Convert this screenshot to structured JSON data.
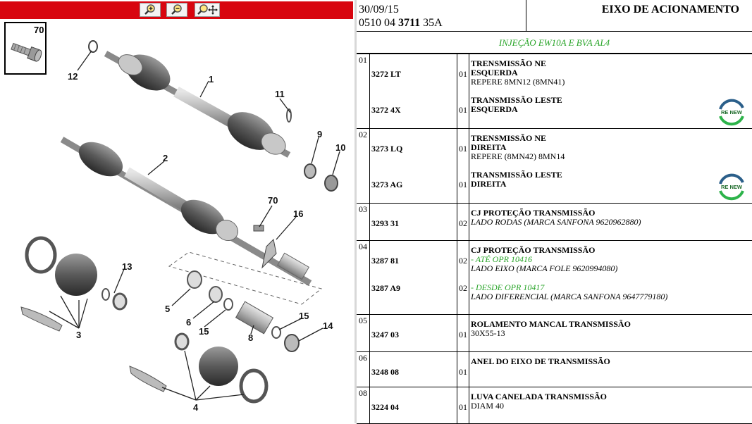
{
  "toolbar": {
    "zoom_in_icon": "zoom-in-icon",
    "zoom_out_icon": "zoom-out-icon",
    "pan_icon": "pan-icon",
    "color": "#d8050f"
  },
  "thumbnail": {
    "label": "70"
  },
  "diagram_callouts": [
    "1",
    "2",
    "3",
    "4",
    "5",
    "6",
    "8",
    "9",
    "10",
    "11",
    "12",
    "13",
    "14",
    "15",
    "15",
    "16",
    "70"
  ],
  "header": {
    "date": "30/09/15",
    "code_prefix": "0510 04 ",
    "code_bold": "3711",
    "code_suffix": " 35A",
    "title": "EIXO DE ACIONAMENTO",
    "subtitle": "INJEÇÃO EW10A E BVA AL4"
  },
  "rows": [
    {
      "index": "01",
      "entries": [
        {
          "pn": "3272 LT",
          "qty": "01",
          "name": [
            "TRENSMISSÃO NE",
            "ESQUERDA"
          ],
          "notes": [
            {
              "text": "REPERE 8MN12 (8MN41)",
              "style": "normal"
            }
          ]
        },
        {
          "pn": "3272 4X",
          "qty": "01",
          "name": [
            "TRANSMISSÃO LESTE",
            "ESQUERDA"
          ],
          "notes": [],
          "badge": "RE NEW"
        }
      ]
    },
    {
      "index": "02",
      "entries": [
        {
          "pn": "3273 LQ",
          "qty": "01",
          "name": [
            "TRENSMISSÃO NE",
            "DIREITA"
          ],
          "notes": [
            {
              "text": "REPERE (8MN42) 8MN14",
              "style": "normal"
            }
          ]
        },
        {
          "pn": "3273 AG",
          "qty": "01",
          "name": [
            "TRANSMISSÃO LESTE",
            "DIREITA"
          ],
          "notes": [],
          "badge": "RE NEW"
        }
      ]
    },
    {
      "index": "03",
      "entries": [
        {
          "pn": "3293 31",
          "qty": "02",
          "name": [
            "CJ PROTEÇÃO TRANSMISSÃO"
          ],
          "notes": [
            {
              "text": "LADO RODAS (MARCA SANFONA 9620962880)",
              "style": "italic"
            }
          ]
        }
      ]
    },
    {
      "index": "04",
      "entries": [
        {
          "pn": "3287 81",
          "qty": "02",
          "name": [
            "CJ PROTEÇÃO TRANSMISSÃO"
          ],
          "notes": [
            {
              "text": "- ATÉ OPR 10416",
              "style": "green"
            },
            {
              "text": "LADO EIXO (MARCA FOLE 9620994080)",
              "style": "italic"
            }
          ]
        },
        {
          "pn": "3287 A9",
          "qty": "02",
          "name": [],
          "notes": [
            {
              "text": "- DESDE OPR 10417",
              "style": "green"
            },
            {
              "text": "LADO DIFERENCIAL (MARCA SANFONA 9647779180)",
              "style": "italic"
            }
          ]
        }
      ]
    },
    {
      "index": "05",
      "entries": [
        {
          "pn": "3247 03",
          "qty": "01",
          "name": [
            "ROLAMENTO MANCAL TRANSMISSÃO"
          ],
          "notes": [
            {
              "text": "30X55-13",
              "style": "normal"
            }
          ]
        }
      ]
    },
    {
      "index": "06",
      "entries": [
        {
          "pn": "3248 08",
          "qty": "01",
          "name": [
            "ANEL DO EIXO DE TRANSMISSÃO"
          ],
          "notes": []
        }
      ]
    },
    {
      "index": "08",
      "entries": [
        {
          "pn": "3224 04",
          "qty": "01",
          "name": [
            "LUVA CANELADA TRANSMISSÃO"
          ],
          "notes": [
            {
              "text": "DIAM 40",
              "style": "normal"
            }
          ]
        }
      ]
    }
  ]
}
